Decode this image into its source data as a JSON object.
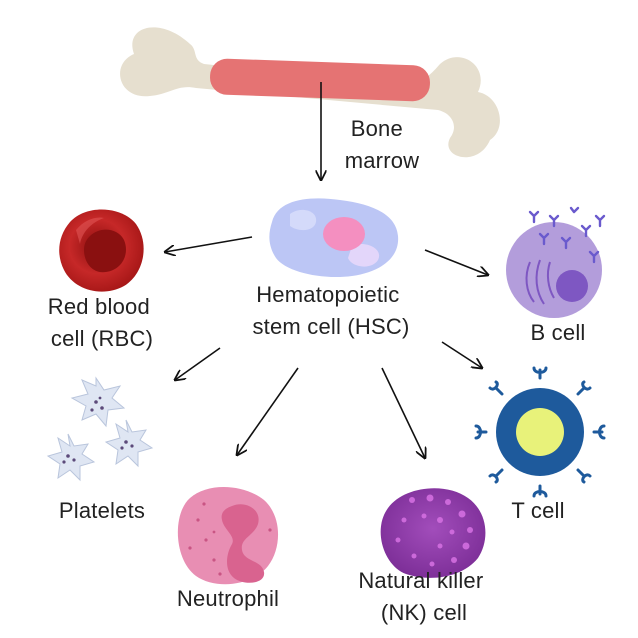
{
  "labels": {
    "bone_line1": "Bone",
    "bone_line2": "marrow",
    "hsc_line1": "Hematopoietic",
    "hsc_line2": "stem cell (HSC)",
    "rbc_line1": "Red blood",
    "rbc_line2": "cell (RBC)",
    "bcell": "B cell",
    "platelets": "Platelets",
    "tcell": "T cell",
    "neutrophil": "Neutrophil",
    "nk_line1": "Natural killer",
    "nk_line2": "(NK) cell"
  },
  "colors": {
    "bone": "#e6dfcf",
    "marrow": "#e57373",
    "hsc_body": "#bcc6f5",
    "hsc_nucleus": "#f48fc0",
    "rbc": "#b71c1c",
    "bcell": "#b39ddb",
    "bcell_receptor": "#6a5acd",
    "tcell_ring": "#1e5a9c",
    "tcell_core": "#e8f27a",
    "platelet": "#dfe6f3",
    "neutrophil": "#e88eb3",
    "nk": "#8e3ea8",
    "arrow": "#111111"
  }
}
